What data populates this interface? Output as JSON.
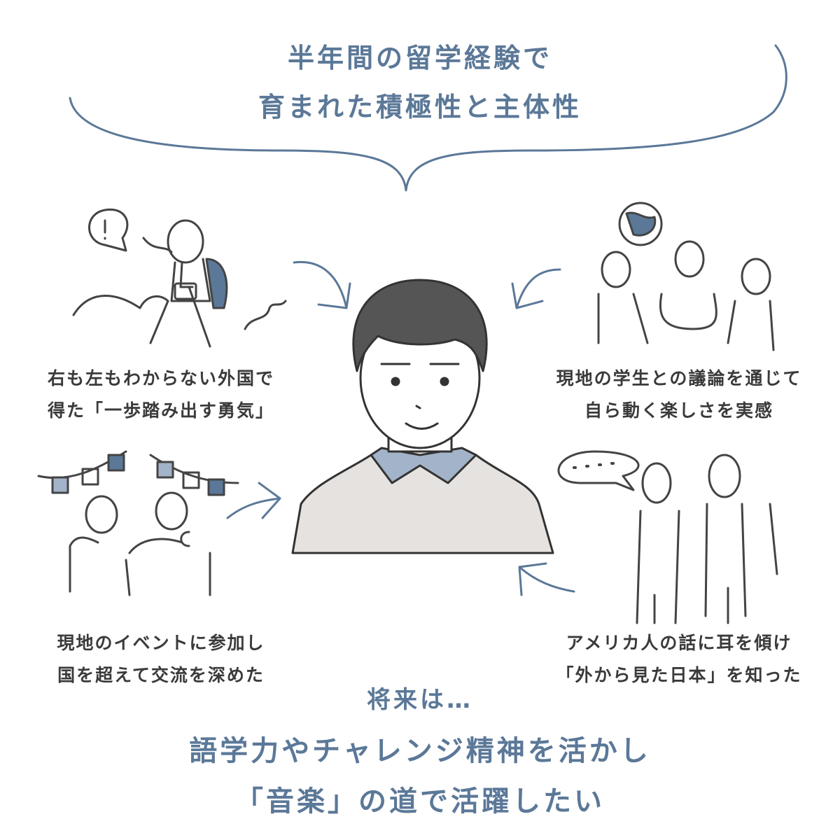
{
  "title": {
    "line1": "半年間の留学経験で",
    "line2": "育まれた積極性と主体性"
  },
  "captions": {
    "top_left": {
      "line1": "右も左もわからない外国で",
      "line2": "得た「一歩踏み出す勇気」"
    },
    "top_right": {
      "line1": "現地の学生との議論を通じて",
      "line2": "自ら動く楽しさを実感"
    },
    "bottom_left": {
      "line1": "現地のイベントに参加し",
      "line2": "国を超えて交流を深めた"
    },
    "bottom_right": {
      "line1": "アメリカ人の話に耳を傾け",
      "line2": "「外から見た日本」を知った"
    }
  },
  "future": {
    "lead": "将来は…",
    "line1": "語学力やチャレンジ精神を活かし",
    "line2": "「音楽」の道で活躍したい"
  },
  "colors": {
    "accent": "#5b7898",
    "line": "#444444",
    "collar": "#a3b3c9",
    "shirt": "#e5e2df",
    "hair": "#555555"
  }
}
